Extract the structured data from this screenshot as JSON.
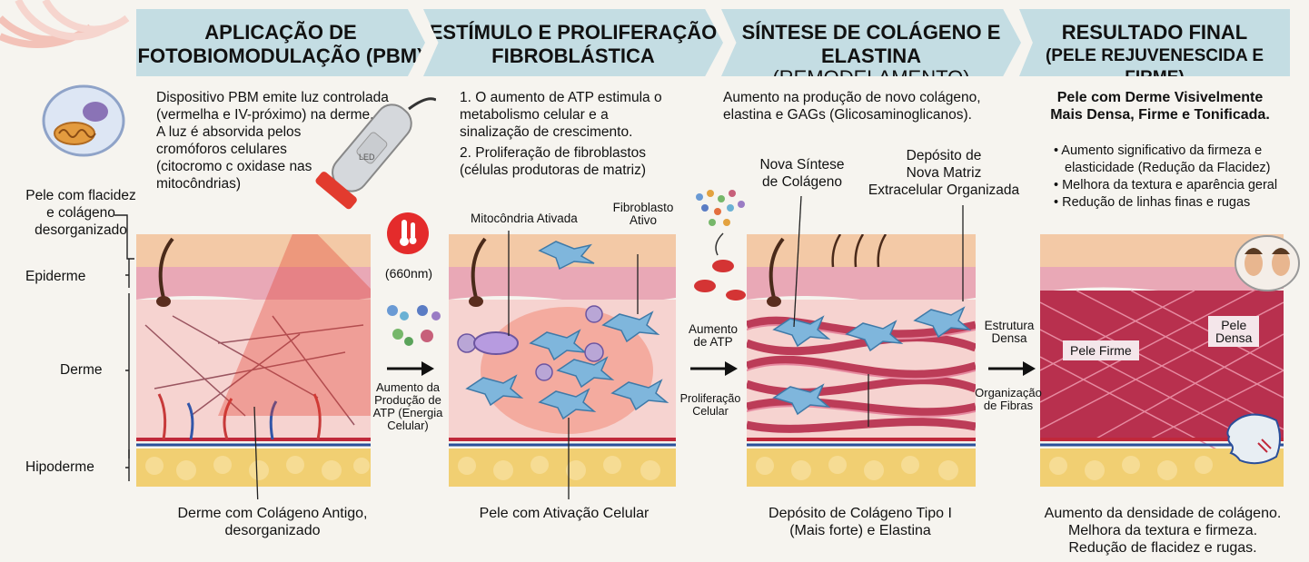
{
  "panels": [
    {
      "title1": "APLICAÇÃO DE",
      "title2": "FOTOBIOMODULAÇÃO (PBM)",
      "desc": [
        "Dispositivo PBM emite luz controlada",
        "(vermelha e IV-próximo) na derme.",
        "A luz é absorvida pelos",
        "cromóforos celulares",
        "(citocromo c oxidase nas",
        "mitocôndrias)"
      ],
      "bottom": [
        "Derme com Colágeno Antigo,",
        "desorganizado"
      ]
    },
    {
      "title1": "ESTÍMULO E PROLIFERAÇÃO",
      "title2": "FIBROBLÁSTICA",
      "desc": [
        "1. O aumento de ATP estimula o",
        "metabolismo celular e a",
        "sinalização de crescimento.",
        "2. Proliferação de fibroblastos",
        "(células produtoras de matriz)"
      ],
      "bottom": [
        "Pele com Ativação Celular"
      ]
    },
    {
      "title1": "SÍNTESE DE COLÁGENO E",
      "title2_bold": "ELASTINA",
      "title2_thin": " (REMODELAMENTO)",
      "desc": [
        "Aumento na produção de novo colágeno,",
        "elastina e GAGs (Glicosaminoglicanos)."
      ],
      "bottom": [
        "Depósito de Colágeno Tipo I",
        "(Mais forte) e Elastina"
      ]
    },
    {
      "title1": "RESULTADO FINAL",
      "title2": "(PELE REJUVENESCIDA E FIRME)",
      "heading": [
        "Pele com Derme Visivelmente",
        "Mais Densa, Firme e Tonificada."
      ],
      "bullets": [
        "• Aumento significativo da firmeza e",
        "elasticidade (Redução da Flacidez)",
        "• Melhora da textura e aparência geral",
        "• Redução de linhas finas e rugas"
      ],
      "bottom": [
        "Aumento da densidade de colágeno.",
        "Melhora da textura e firmeza.",
        "Redução de flacidez e rugas."
      ]
    }
  ],
  "side_labels": {
    "flacidez": [
      "Pele com flacidez",
      "e colágeno",
      "desorganizado"
    ],
    "epiderme": "Epiderme",
    "derme": "Derme",
    "hipoderme": "Hipoderme"
  },
  "callouts": {
    "wavelength": "(660nm)",
    "device_text": "LED",
    "arrow1": [
      "Aumento da",
      "Produção de",
      "ATP (Energia",
      "Celular)"
    ],
    "mito": "Mitocôndria Ativada",
    "fibro": [
      "Fibroblasto",
      "Ativo"
    ],
    "prolif": [
      "Proliferação",
      "Celular"
    ],
    "arrow2": [
      "Aumento",
      "de ATP"
    ],
    "nova_sintese": [
      "Nova Síntese",
      "de Colágeno"
    ],
    "deposito": [
      "Depósito de",
      "Nova Matriz",
      "Extracelular Organizada"
    ],
    "estrutura": [
      "Estrutura",
      "Densa"
    ],
    "organizacao": [
      "Organização",
      "de Fibras"
    ],
    "pele_firme": "Pele Firme",
    "pele_densa": [
      "Pele",
      "Densa"
    ]
  },
  "colors": {
    "header": "#c4dde3",
    "epidermis": "#e9a8b6",
    "dermis": "#f6d3d0",
    "fat": "#f1cf72",
    "collagen": "#b8304e"
  }
}
